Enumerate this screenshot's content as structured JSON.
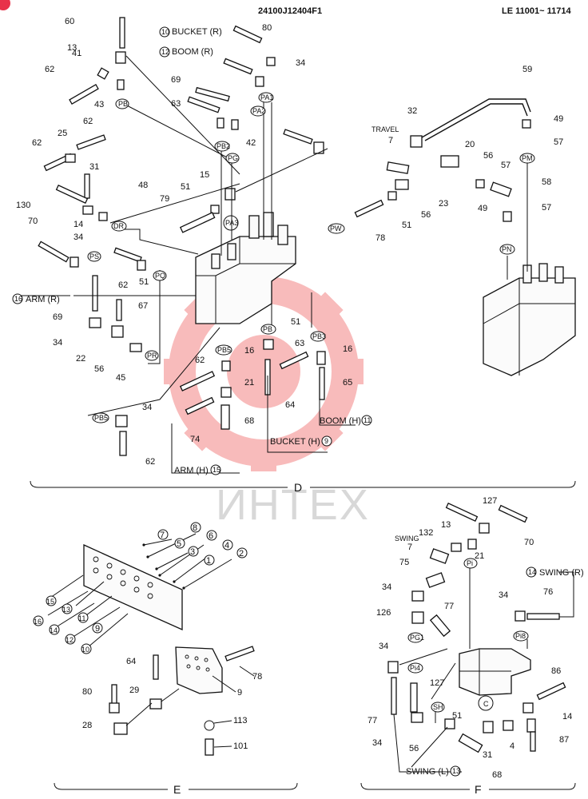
{
  "header": {
    "code": "24100J12404F1",
    "serial_range": "LE 11001~ 11714"
  },
  "watermark": {
    "text": "ИНТЕХ",
    "color": "#f06a6a"
  },
  "sections": {
    "d": "D",
    "e": "E",
    "f": "F"
  },
  "port_tags": {
    "pb": "PB",
    "pa1": "PA1",
    "pa2": "PA2",
    "pb2": "PB2",
    "pg": "PG",
    "pa3": "PA3",
    "dr": "DR",
    "ps": "PS",
    "pq": "PQ",
    "pb5": "PB5",
    "pb3": "PB3",
    "pbb": "PB",
    "pr": "PR",
    "pm": "PM",
    "pn": "PN",
    "pw": "PW",
    "pi": "Pi",
    "pg1": "PG1",
    "pi4": "Pi4",
    "pi8": "Pi8",
    "sh": "SH",
    "c": "C"
  },
  "callouts": {
    "bucket_r": "BUCKET (R)",
    "bucket_r_no": "10",
    "boom_r": "BOOM (R)",
    "boom_r_no": "12",
    "arm_r": "ARM (R)",
    "arm_r_no": "16",
    "bucket_h": "BUCKET (H)",
    "bucket_h_no": "9",
    "boom_h": "BOOM (H)",
    "boom_h_no": "11",
    "arm_h": "ARM (H)",
    "arm_h_no": "15",
    "travel": "TRAVEL",
    "swing": "SWING",
    "swing_r": "SWING (R)",
    "swing_r_no": "14",
    "swing_l": "SWING (L)",
    "swing_l_no": "13"
  },
  "part_numbers": {
    "d": [
      "60",
      "13",
      "41",
      "62",
      "43",
      "80",
      "34",
      "69",
      "63",
      "42",
      "25",
      "62",
      "31",
      "48",
      "62",
      "130",
      "14",
      "15",
      "51",
      "79",
      "70",
      "34",
      "62",
      "51",
      "69",
      "67",
      "34",
      "22",
      "56",
      "45",
      "51",
      "16",
      "63",
      "16",
      "62",
      "21",
      "65",
      "64",
      "68",
      "74",
      "34",
      "62",
      "59",
      "32",
      "49",
      "57",
      "20",
      "56",
      "57",
      "23",
      "58",
      "51",
      "56",
      "78",
      "49",
      "57",
      "7"
    ],
    "e": [
      "7",
      "8",
      "5",
      "6",
      "3",
      "4",
      "1",
      "2",
      "15",
      "13",
      "16",
      "11",
      "14",
      "9",
      "12",
      "10",
      "64",
      "78",
      "29",
      "9",
      "80",
      "28",
      "113",
      "101"
    ],
    "f": [
      "127",
      "13",
      "132",
      "7",
      "70",
      "21",
      "75",
      "34",
      "76",
      "126",
      "77",
      "34",
      "34",
      "127",
      "86",
      "14",
      "51",
      "77",
      "56",
      "31",
      "4",
      "87",
      "34",
      "68"
    ]
  }
}
